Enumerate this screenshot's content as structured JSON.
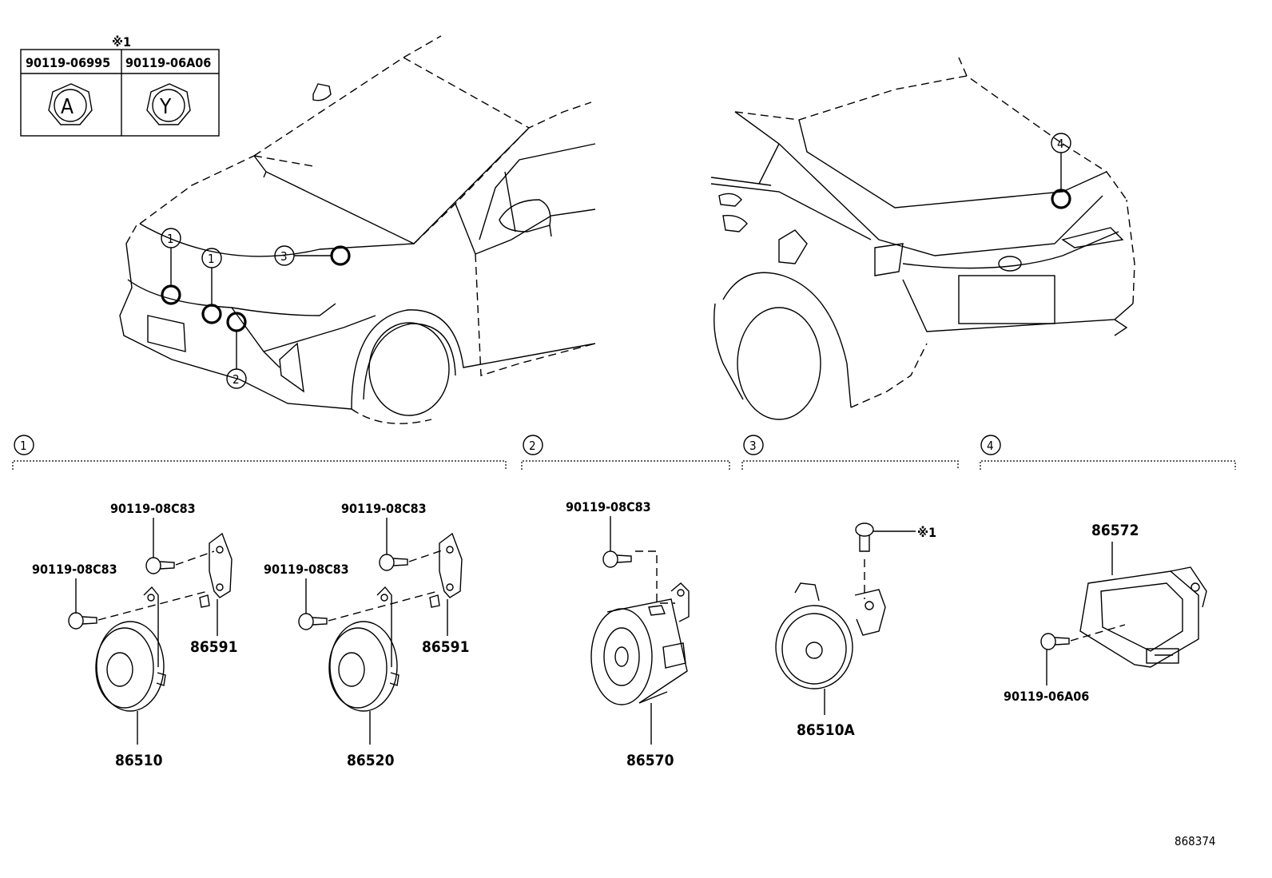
{
  "legend": {
    "note_mark": "※1",
    "col1_part": "90119-06995",
    "col2_part": "90119-06A06",
    "col1_letter": "A",
    "col2_letter": "Y"
  },
  "car_callouts": {
    "c1a": "1",
    "c1b": "1",
    "c2": "2",
    "c3": "3",
    "c4": "4"
  },
  "sections": [
    {
      "number": "1"
    },
    {
      "number": "2"
    },
    {
      "number": "3"
    },
    {
      "number": "4"
    }
  ],
  "parts": {
    "bolt_1a_upper": "90119-08C83",
    "bolt_1a_lower": "90119-08C83",
    "bracket_1a": "86591",
    "horn_86510": "86510",
    "bolt_1b_upper": "90119-08C83",
    "bolt_1b_lower": "90119-08C83",
    "bracket_1b": "86591",
    "horn_86520": "86520",
    "bolt_2": "90119-08C83",
    "speaker_86570": "86570",
    "bolt_3_note": "※1",
    "horn_86510A": "86510A",
    "bracket_86572": "86572",
    "bolt_4": "90119-06A06"
  },
  "diagram_id": "868374"
}
